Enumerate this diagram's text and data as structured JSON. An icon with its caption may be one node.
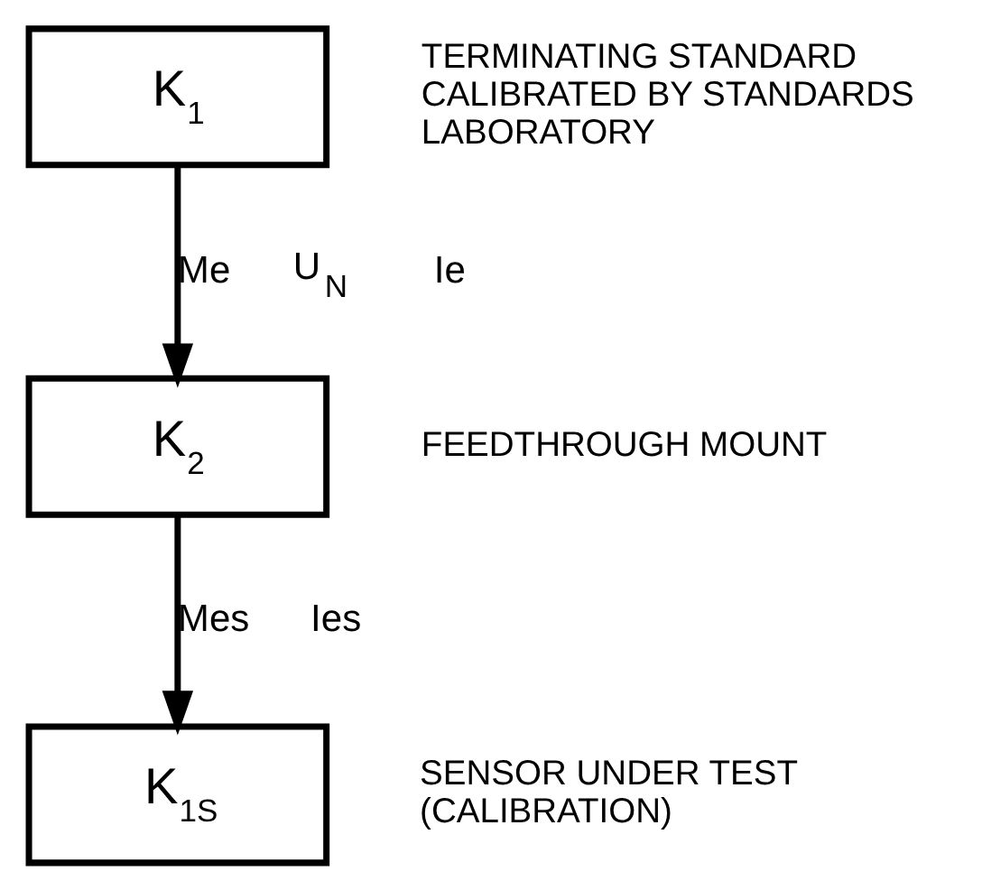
{
  "diagram": {
    "nodes": [
      {
        "text": [
          "K$_{1}$"
        ],
        "beside": [
          "TERMINATING STANDARD CALIBRATED BY STANDARDS LABORATORY"
        ]
      },
      {
        "text": [
          "K$_{2}$"
        ],
        "beside": [
          "FEEDTHROUGH MOUNT"
        ]
      },
      {
        "text": [
          "K$_{1S}$"
        ],
        "beside": [
          "SENSOR UNDER TEST (CALIBRATION)"
        ]
      }
    ],
    "edges": [
      {
        "from": 0,
        "to": 1,
        "arrow": "to",
        "label": "Me"
      },
      {
        "from": 1,
        "to": 2,
        "arrow": "to",
        "label": "Mes"
      }
    ],
    "labels": [
      "U$_{N}$",
      "Ie",
      "Ies"
    ]
  }
}
